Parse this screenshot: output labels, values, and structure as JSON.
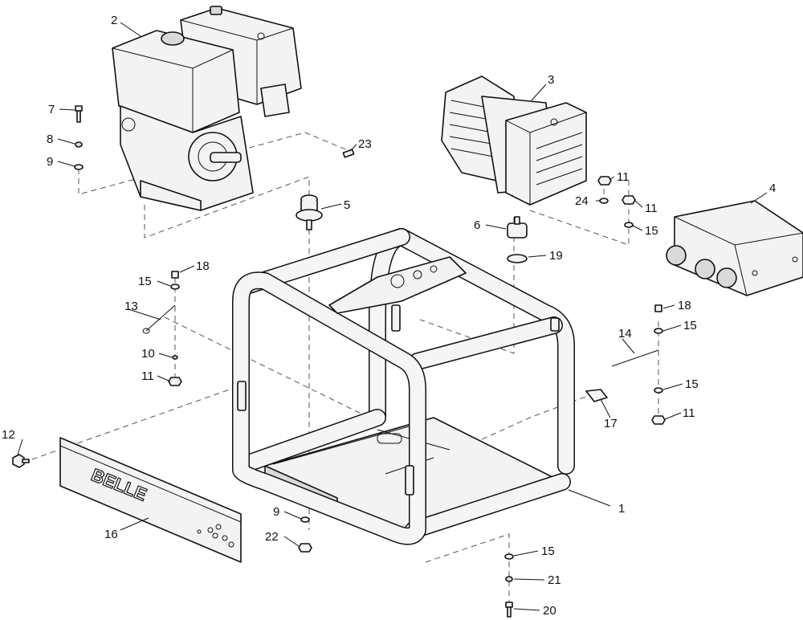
{
  "diagram": {
    "brand_text": "BELLE",
    "callouts": [
      {
        "id": "c1",
        "text": "1"
      },
      {
        "id": "c2",
        "text": "2"
      },
      {
        "id": "c3",
        "text": "3"
      },
      {
        "id": "c4",
        "text": "4"
      },
      {
        "id": "c5",
        "text": "5"
      },
      {
        "id": "c6",
        "text": "6"
      },
      {
        "id": "c7",
        "text": "7"
      },
      {
        "id": "c8",
        "text": "8"
      },
      {
        "id": "c9a",
        "text": "9"
      },
      {
        "id": "c9b",
        "text": "9"
      },
      {
        "id": "c10",
        "text": "10"
      },
      {
        "id": "c11a",
        "text": "11"
      },
      {
        "id": "c11b",
        "text": "11"
      },
      {
        "id": "c11c",
        "text": "11"
      },
      {
        "id": "c11d",
        "text": "11"
      },
      {
        "id": "c12",
        "text": "12"
      },
      {
        "id": "c13",
        "text": "13"
      },
      {
        "id": "c14",
        "text": "14"
      },
      {
        "id": "c15a",
        "text": "15"
      },
      {
        "id": "c15b",
        "text": "15"
      },
      {
        "id": "c15c",
        "text": "15"
      },
      {
        "id": "c15d",
        "text": "15"
      },
      {
        "id": "c15e",
        "text": "15"
      },
      {
        "id": "c16",
        "text": "16"
      },
      {
        "id": "c17",
        "text": "17"
      },
      {
        "id": "c18a",
        "text": "18"
      },
      {
        "id": "c18b",
        "text": "18"
      },
      {
        "id": "c19",
        "text": "19"
      },
      {
        "id": "c20",
        "text": "20"
      },
      {
        "id": "c21",
        "text": "21"
      },
      {
        "id": "c22",
        "text": "22"
      },
      {
        "id": "c23",
        "text": "23"
      },
      {
        "id": "c24",
        "text": "24"
      }
    ]
  }
}
